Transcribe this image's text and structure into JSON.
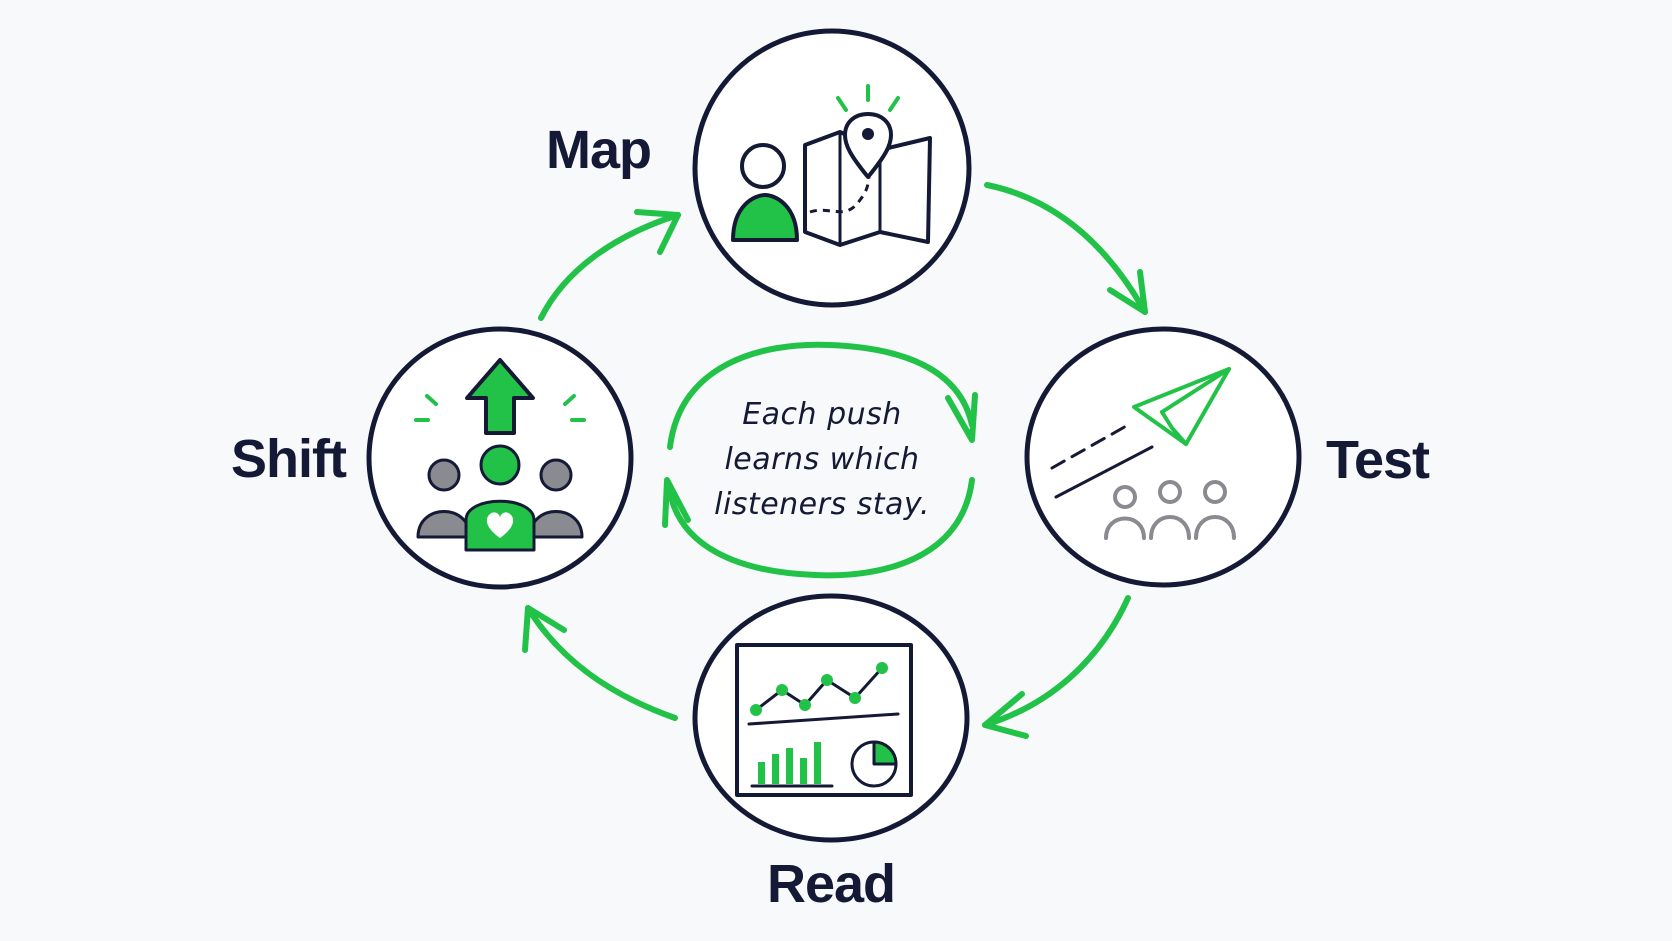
{
  "colors": {
    "background": "#f8f9fb",
    "ink": "#141a35",
    "accent_green": "#22c248",
    "muted_gray": "#8a8b91"
  },
  "steps": [
    {
      "id": "map",
      "label": "Map",
      "icon": "person-with-map-pin-icon"
    },
    {
      "id": "test",
      "label": "Test",
      "icon": "paper-plane-toward-audience-icon"
    },
    {
      "id": "read",
      "label": "Read",
      "icon": "analytics-dashboard-icon"
    },
    {
      "id": "shift",
      "label": "Shift",
      "icon": "audience-with-up-arrow-icon"
    }
  ],
  "cycle_direction": "clockwise",
  "center_note": {
    "lines": [
      "Each push",
      "learns which",
      "listeners stay."
    ]
  }
}
